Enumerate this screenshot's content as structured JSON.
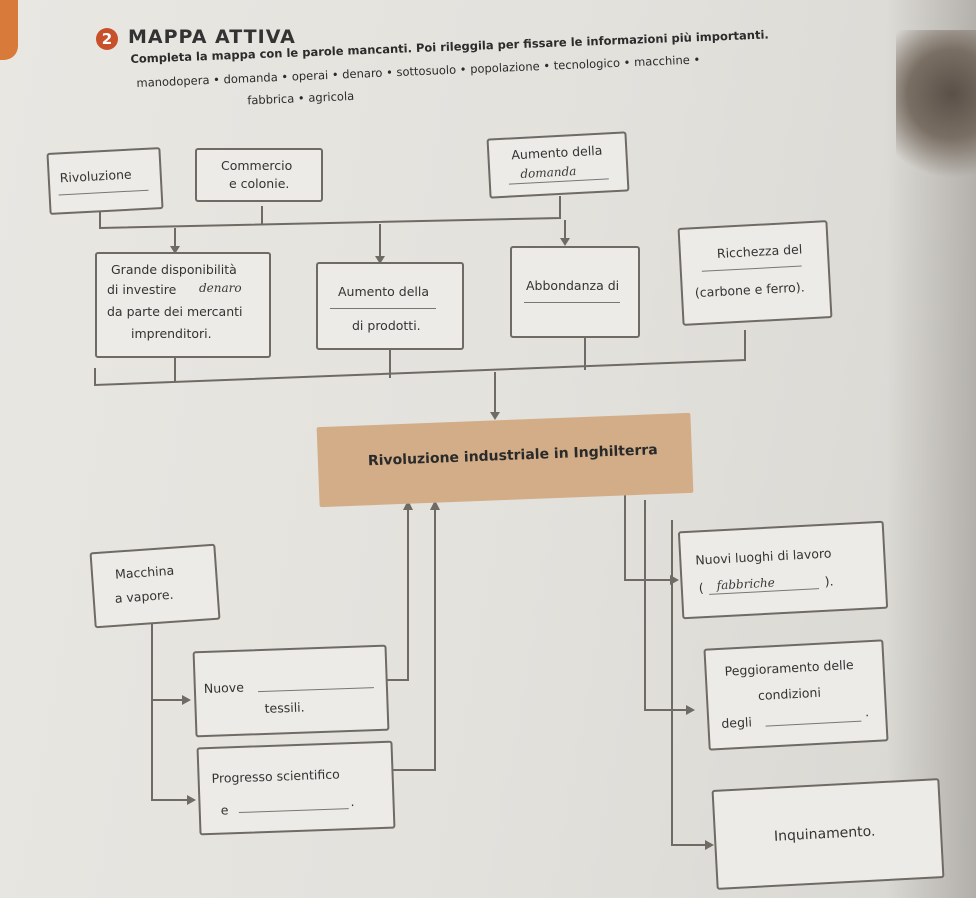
{
  "header": {
    "number": "2",
    "title": "MAPPA ATTIVA",
    "instruction": "Completa la mappa con le parole mancanti. Poi rileggila per fissare le informazioni più importanti.",
    "word_bank_line1": "manodopera • domanda • operai • denaro • sottosuolo • popolazione • tecnologico • macchine •",
    "word_bank_line2": "fabbrica • agricola"
  },
  "top_row": {
    "rivoluzione": "Rivoluzione",
    "commercio_line1": "Commercio",
    "commercio_line2": "e colonie.",
    "aumento_della": "Aumento della",
    "aumento_handwriting": "domanda"
  },
  "second_row": {
    "grande_line1": "Grande disponibilità",
    "grande_line2": "di investire",
    "grande_handwriting": "denaro",
    "grande_line3": "da parte dei mercanti",
    "grande_line4": "imprenditori.",
    "aumento2_line1": "Aumento della",
    "aumento2_line2": "di prodotti.",
    "abbondanza": "Abbondanza di",
    "ricchezza_line1": "Ricchezza del",
    "ricchezza_line2": "(carbone e ferro)."
  },
  "central": {
    "title": "Rivoluzione industriale in Inghilterra"
  },
  "bottom_left": {
    "macchina_line1": "Macchina",
    "macchina_line2": "a vapore.",
    "nuove_line1": "Nuove",
    "nuove_line2": "tessili.",
    "progresso_line1": "Progresso scientifico",
    "progresso_line2": "e",
    "progresso_dot": "."
  },
  "bottom_right": {
    "nuovi_line1": "Nuovi luoghi di lavoro",
    "nuovi_open": "(",
    "nuovi_handwriting": "fabbriche",
    "nuovi_close": ").",
    "peggioramento_line1": "Peggioramento delle",
    "peggioramento_line2": "condizioni",
    "peggioramento_line3": "degli",
    "peggioramento_dot": ".",
    "inquinamento": "Inquinamento."
  }
}
